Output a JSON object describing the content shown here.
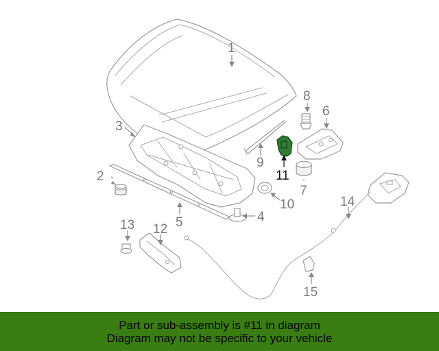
{
  "callouts": {
    "c1": "1",
    "c2": "2",
    "c3": "3",
    "c4": "4",
    "c5": "5",
    "c6": "6",
    "c7": "7",
    "c8": "8",
    "c9": "9",
    "c10": "10",
    "c11": "11",
    "c12": "12",
    "c13": "13",
    "c14": "14",
    "c15": "15"
  },
  "highlighted_part": "11",
  "colors": {
    "highlight_part": "#2f7d32",
    "banner_background": "#3a7d12",
    "line_art": "#9a9a9a"
  },
  "notice": {
    "line1": "Part or sub-assembly is #11 in diagram",
    "line2": "Diagram may not be specific to your vehicle"
  }
}
